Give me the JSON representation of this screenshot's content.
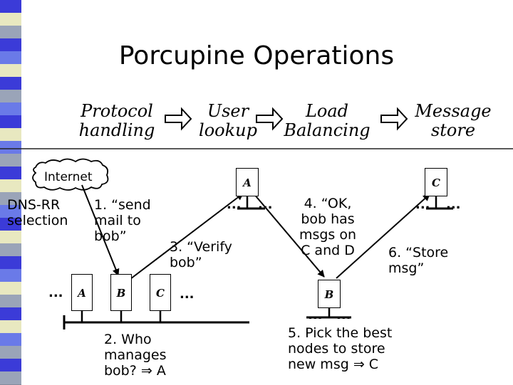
{
  "title": "Porcupine Operations",
  "stages": [
    "Protocol handling",
    "User lookup",
    "Load Balancing",
    "Message store"
  ],
  "internet": "Internet",
  "dns": "DNS-RR selection",
  "step1": "1. “send mail to bob”",
  "step2": "2. Who manages bob? ⇒ A",
  "step3": "3. “Verify bob”",
  "step4": "4. “OK, bob has msgs on C and D",
  "step5": "5. Pick the best nodes to store new msg ⇒ C",
  "step6": "6. “Store msg”",
  "nodes": {
    "left_a": "A",
    "left_b": "B",
    "left_c": "C",
    "top_a": "A",
    "top_c": "C",
    "mid_b": "B"
  },
  "ellipsis": "...",
  "colors": {
    "stripe": [
      "#3b3bd8",
      "#e8e8c0",
      "#9aa4b8",
      "#6a7ae8"
    ]
  }
}
